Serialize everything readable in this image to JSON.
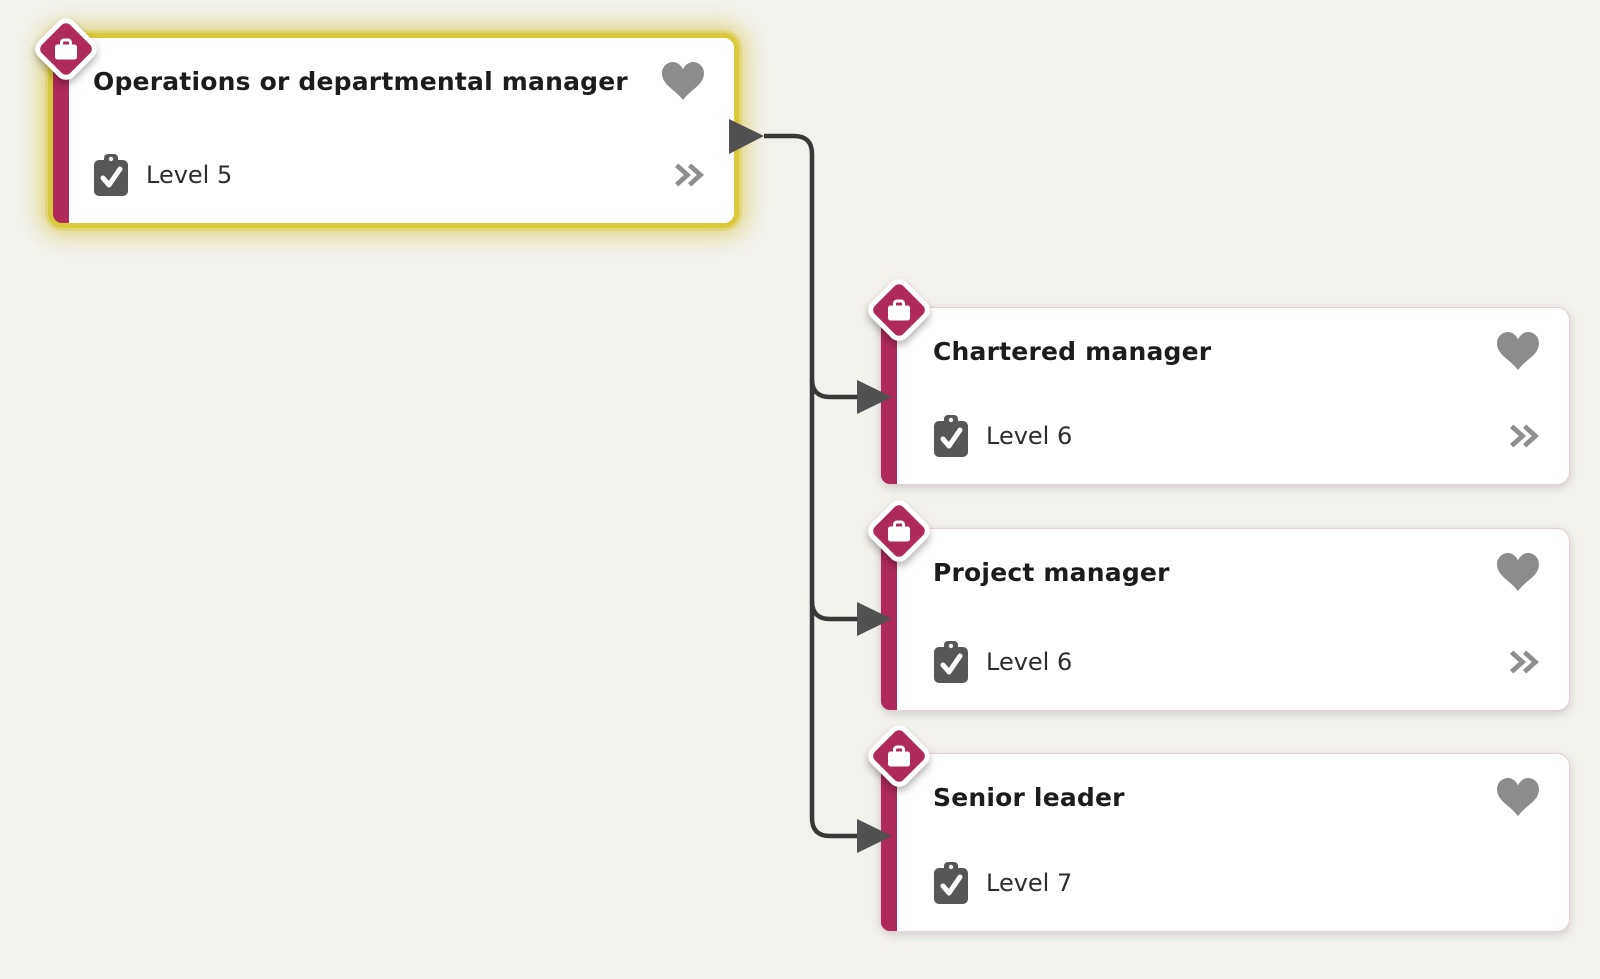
{
  "colors": {
    "background": "#f2f1ec",
    "card_background": "#ffffff",
    "accent_crimson": "#ad2a5a",
    "selected_highlight_yellow": "#d9c93f",
    "connector_line_gray": "#383838",
    "connector_arrow_gray": "#515151",
    "favourite_heart_gray": "#8c8c8c",
    "level_clipboard_gray": "#575757",
    "title_text": "#1c1c1c",
    "level_text": "#2d2d2d"
  },
  "cards": [
    {
      "title": "Operations or departmental manager",
      "level": "Level 5",
      "selected": true,
      "icons": [
        "briefcase",
        "heart",
        "clipboard-check",
        "double-chevron"
      ]
    },
    {
      "title": "Chartered manager",
      "level": "Level 6",
      "selected": false,
      "icons": [
        "briefcase",
        "heart",
        "clipboard-check",
        "double-chevron"
      ]
    },
    {
      "title": "Project manager",
      "level": "Level 6",
      "selected": false,
      "icons": [
        "briefcase",
        "heart",
        "clipboard-check",
        "double-chevron"
      ]
    },
    {
      "title": "Senior leader",
      "level": "Level 7",
      "selected": false,
      "icons": [
        "briefcase",
        "heart",
        "clipboard-check"
      ]
    }
  ],
  "connections": [
    {
      "from": "Operations or departmental manager",
      "to": "Chartered manager"
    },
    {
      "from": "Operations or departmental manager",
      "to": "Project manager"
    },
    {
      "from": "Operations or departmental manager",
      "to": "Senior leader"
    }
  ]
}
